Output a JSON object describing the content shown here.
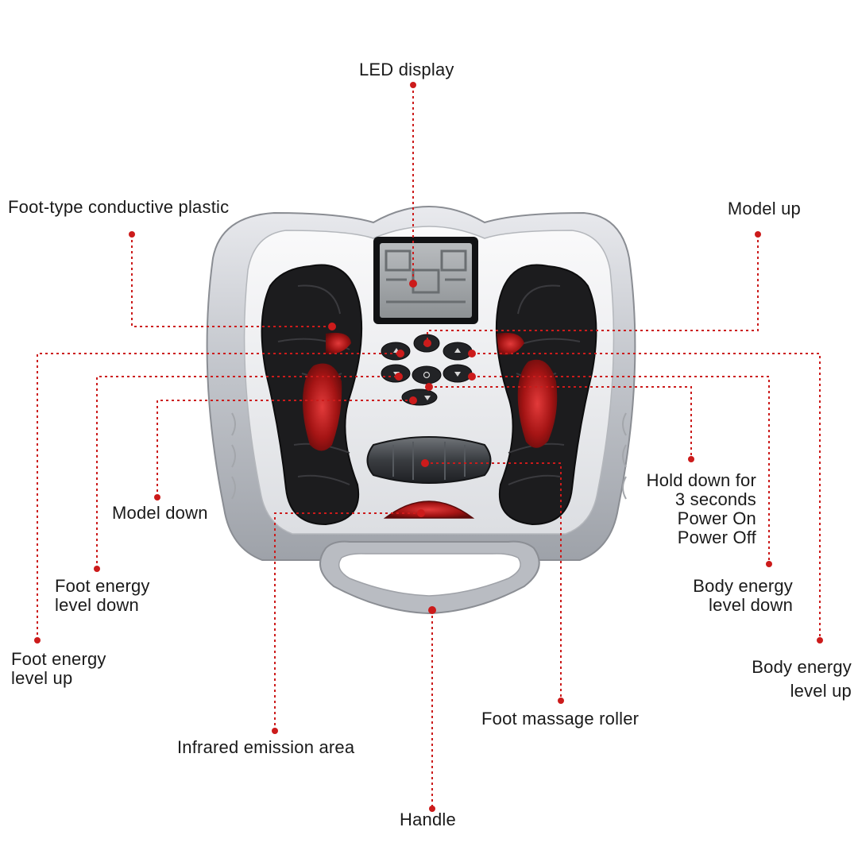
{
  "colors": {
    "accent": "#cc1b1b",
    "shell": "#c9cbd0",
    "insole": "#1c1c1e",
    "infrared": "#b01515"
  },
  "labels": {
    "led_display": [
      "LED display"
    ],
    "foot_type_plastic": [
      "Foot-type conductive plastic"
    ],
    "model_up": [
      "Model up"
    ],
    "model_down": [
      "Model down"
    ],
    "foot_energy_down": [
      "Foot energy",
      "level down"
    ],
    "foot_energy_up": [
      "Foot energy",
      "level up"
    ],
    "hold_power": [
      "Hold down for",
      "3 seconds",
      "Power On",
      "Power Off"
    ],
    "body_energy_down": [
      "Body energy",
      "level down"
    ],
    "body_energy_up": [
      "Body energy",
      "level up"
    ],
    "infrared_area": [
      "Infrared emission area"
    ],
    "foot_roller": [
      "Foot massage roller"
    ],
    "handle": [
      "Handle"
    ]
  },
  "device": {
    "buttons": [
      {
        "id": "foot-up",
        "icon": "triangle-up-icon"
      },
      {
        "id": "model-up",
        "icon": "triangle-up-icon"
      },
      {
        "id": "body-up",
        "icon": "triangle-up-icon"
      },
      {
        "id": "foot-down",
        "icon": "triangle-down-icon"
      },
      {
        "id": "power",
        "icon": "power-icon"
      },
      {
        "id": "body-down",
        "icon": "triangle-down-icon"
      },
      {
        "id": "model-down",
        "icon": "triangle-down-icon"
      }
    ]
  }
}
